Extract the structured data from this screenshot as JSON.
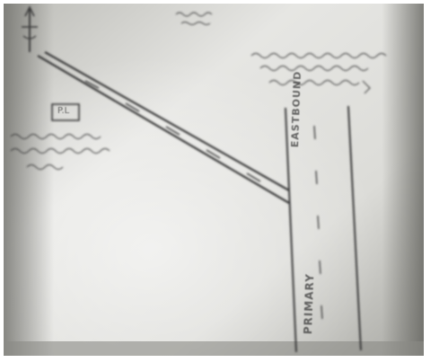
{
  "photo": {
    "subject": "photographed hand-drawn sketch",
    "colors": {
      "paper_light": "#e6e6e3",
      "paper_mid": "#cfcfcb",
      "paper_dark": "#8f8f8a",
      "ink": "#3a3a3a",
      "border": "#ffffff"
    }
  },
  "labels": {
    "box_label": "P.L",
    "road_top": "EASTBOUND",
    "road_bottom": "PRIMARY"
  },
  "icons": {
    "north_arrow": "north-arrow-icon"
  }
}
